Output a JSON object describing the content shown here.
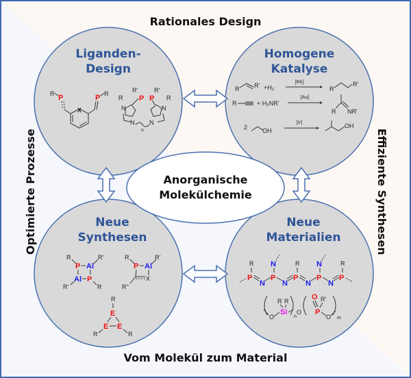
{
  "colors": {
    "background_upper": "#fdf8f3",
    "background_lower": "#f5f7fc",
    "border": "#4068b0",
    "circle_fill": "#d9d9d9",
    "circle_stroke": "#4a6fb0",
    "circle_title": "#2f5597",
    "phosphorus": "#ee1111",
    "nitrogen_aluminium": "#1a1aee",
    "silicon": "#ee11ee"
  },
  "labels": {
    "top": "Rationales Design",
    "bottom": "Vom Molekül zum Material",
    "left": "Optimierte Prozesse",
    "right": "Effiziente Synthesen"
  },
  "center": {
    "line1": "Anorganische",
    "line2": "Molekülchemie"
  },
  "circles": {
    "top_left": {
      "title_line1": "Liganden-",
      "title_line2": "Design",
      "struct1": {
        "r_left": "R",
        "p_left": "P",
        "x": "X",
        "p_right": "P",
        "r_right": "R"
      },
      "struct2": {
        "r1": "R",
        "n1": "N",
        "r_prime1": "R'",
        "p1": "P",
        "n2": "N",
        "r_prime2": "R'",
        "p2": "P",
        "r2": "R",
        "n3": "N",
        "n4": "N",
        "subscript": "n"
      }
    },
    "top_right": {
      "title_line1": "Homogene",
      "title_line2": "Katalyse",
      "reactions": [
        {
          "reactant_left": "R",
          "reactant_right": "R'",
          "plus": "+H₂",
          "catalyst": "[Rh]",
          "product_left": "R",
          "product_right": "R'"
        },
        {
          "reactant": "R",
          "plus": "+ H₂NR'",
          "catalyst": "[Au]",
          "product_left": "R",
          "product_right": "NR'"
        },
        {
          "coefficient": "2",
          "reactant": "OH",
          "catalyst": "[Ir]",
          "product": "OH"
        }
      ]
    },
    "bottom_left": {
      "title_line1": "Neue",
      "title_line2": "Synthesen",
      "struct1": {
        "r1": "R",
        "p1": "P",
        "al1": "Al",
        "r_prime1": "R'",
        "al2": "Al",
        "p2": "P",
        "r_prime2": "R'",
        "r2": "R"
      },
      "struct2": {
        "r": "R",
        "p": "P",
        "al": "Al",
        "r_prime": "R'",
        "x": "X",
        "r_dprime": "R''"
      },
      "struct3": {
        "r_top": "R",
        "e_top": "E",
        "e_left": "E",
        "e_right": "E",
        "r_left": "R",
        "r_right": "R"
      }
    },
    "bottom_right": {
      "title_line1": "Neue",
      "title_line2": "Materialien",
      "chain": {
        "r": "R",
        "p": "P",
        "n": "N"
      },
      "copolymer": {
        "r1": "R",
        "r2": "R",
        "si": "Si",
        "o1": "O",
        "sub_n": "n",
        "o_mid": "O",
        "o_double": "O",
        "r_prime": "R'",
        "p": "P",
        "o2": "O",
        "sub_m": "m"
      }
    }
  }
}
